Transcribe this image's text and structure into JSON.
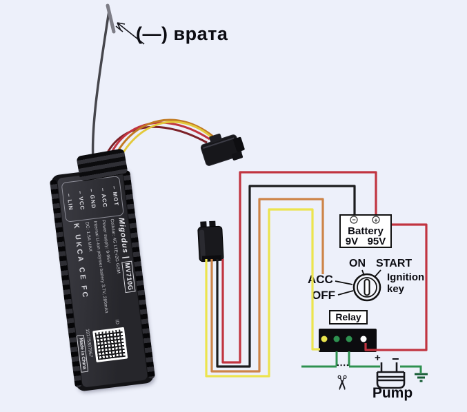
{
  "title": {
    "text": "(—) врата"
  },
  "device": {
    "pins": [
      "– MOT",
      "– ACC",
      "– GND",
      "– VCC",
      "– LIN"
    ],
    "brand": "Migodus |",
    "model": "MV710G",
    "specs": [
      "Cellular: 4G LTE+2G GSM",
      "Power supply: 9-95V",
      "Internal Li-ion polymer battery 3.7V, 280mAh",
      "DC: 1.5A MAX"
    ],
    "cert_marks": "K UKCA CE FC",
    "id_label": "ID",
    "serial": "19175387967",
    "made_in": "Made in China"
  },
  "battery": {
    "label": "Battery",
    "voltage_min": "9V",
    "voltage_max": "95V",
    "terminal_negative": "−",
    "terminal_positive": "+"
  },
  "ignition": {
    "position_on": "ON",
    "position_start": "START",
    "position_acc": "ACC",
    "position_off": "OFF",
    "label_line1": "Ignition",
    "label_line2": "key"
  },
  "relay": {
    "label": "Relay",
    "pin_colors": [
      "#e9e44d",
      "#2e9150",
      "#2e9150",
      "#ffffff"
    ]
  },
  "pump": {
    "label": "Pump",
    "plus": "+",
    "minus": "−"
  },
  "icons": {
    "scissors": "✂"
  },
  "wires": {
    "red": "#c13440",
    "dark_red": "#7c2128",
    "black": "#1b1b1d",
    "orange": "#cd8448",
    "yellow": "#ece44e",
    "harness_orange": "#c17a22",
    "harness_yellow": "#e3c93c",
    "green": "#2e9150",
    "green_dark": "#155c34",
    "antenna_gray": "#46464c"
  }
}
